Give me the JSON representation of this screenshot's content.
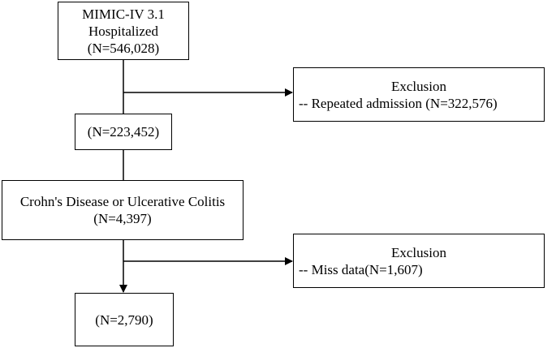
{
  "flowchart": {
    "source": {
      "lines": [
        "MIMIC-IV 3.1",
        "Hospitalized",
        "(N=546,028)"
      ]
    },
    "step1": {
      "lines": [
        "(N=223,452)"
      ]
    },
    "step2": {
      "lines": [
        "Crohn's Disease or Ulcerative Colitis",
        "(N=4,397)"
      ]
    },
    "final": {
      "lines": [
        "(N=2,790)"
      ]
    },
    "exclusion_1": {
      "title": "Exclusion",
      "detail": "-- Repeated admission (N=322,576)"
    },
    "exclusion_2": {
      "title": "Exclusion",
      "detail": "-- Miss data(N=1,607)"
    }
  },
  "colors": {
    "line": "#000000",
    "box_border": "#000000",
    "background": "#ffffff"
  }
}
